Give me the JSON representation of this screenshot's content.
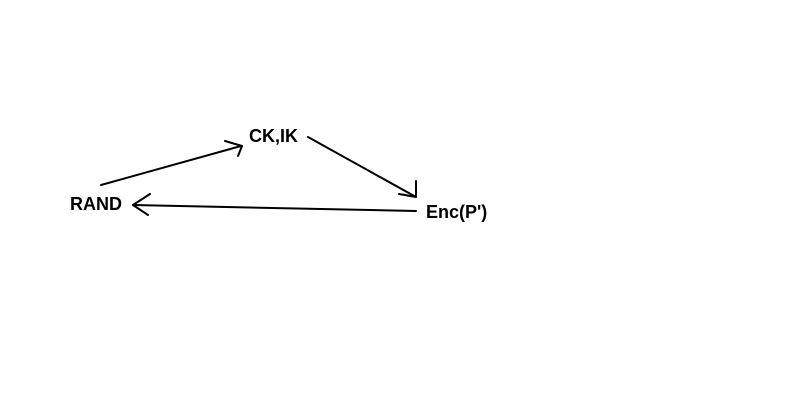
{
  "diagram": {
    "nodes": {
      "rand": {
        "label": "RAND"
      },
      "ckik": {
        "label": "CK,IK"
      },
      "enc": {
        "label": "Enc(P')"
      }
    },
    "edges": [
      {
        "from": "RAND",
        "to": "CK,IK"
      },
      {
        "from": "CK,IK",
        "to": "Enc(P')"
      },
      {
        "from": "Enc(P')",
        "to": "RAND"
      }
    ]
  }
}
